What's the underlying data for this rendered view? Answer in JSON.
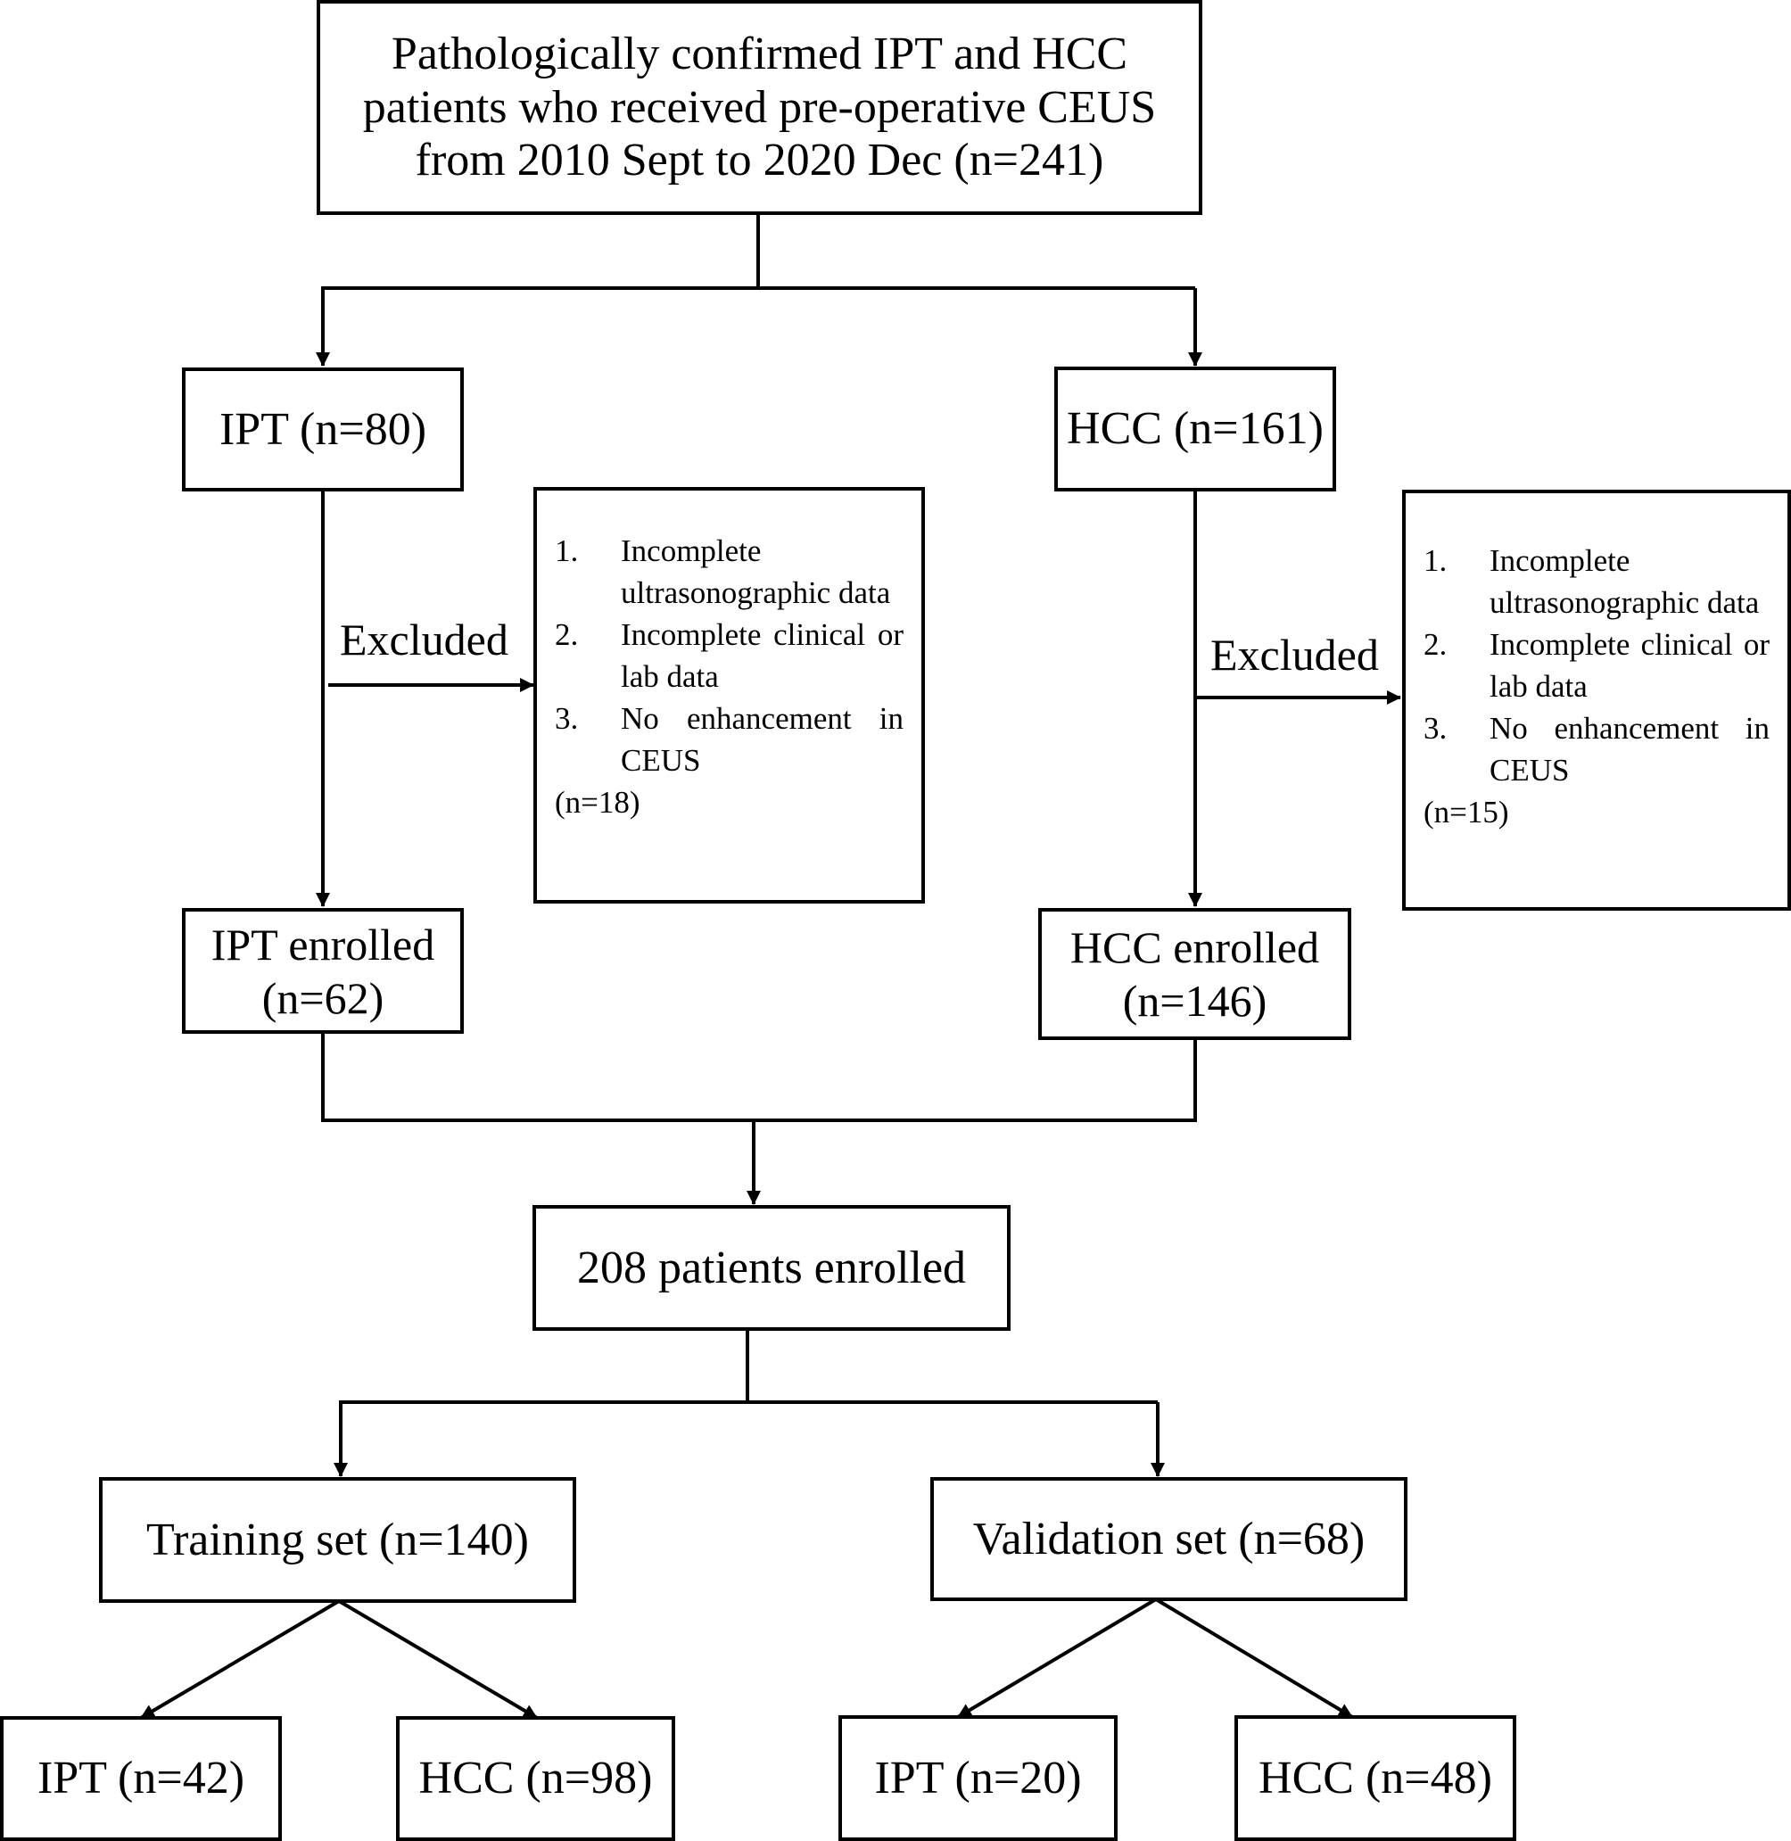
{
  "top": {
    "line1": "Pathologically confirmed IPT and HCC",
    "line2": "patients who received pre-operative CEUS",
    "line3": "from 2010 Sept to 2020 Dec (n=241)"
  },
  "ipt": {
    "label": "IPT (n=80)"
  },
  "hcc": {
    "label": "HCC (n=161)"
  },
  "excluded_left": {
    "label": "Excluded",
    "items": [
      {
        "num": "1.",
        "text": "Incomplete ultrasonographic data"
      },
      {
        "num": "2.",
        "text": "Incomplete clinical or lab data"
      },
      {
        "num": "3.",
        "text": "No enhancement in CEUS"
      }
    ],
    "count": "(n=18)"
  },
  "excluded_right": {
    "label": "Excluded",
    "items": [
      {
        "num": "1.",
        "text": "Incomplete ultrasonographic data"
      },
      {
        "num": "2.",
        "text": "Incomplete clinical or lab data"
      },
      {
        "num": "3.",
        "text": "No enhancement in CEUS"
      }
    ],
    "count": "(n=15)"
  },
  "ipt_enrolled": {
    "line1": "IPT enrolled",
    "line2": "(n=62)"
  },
  "hcc_enrolled": {
    "line1": "HCC enrolled",
    "line2": "(n=146)"
  },
  "total_enrolled": {
    "label": "208 patients enrolled"
  },
  "training": {
    "label": "Training set (n=140)",
    "ipt": "IPT (n=42)",
    "hcc": "HCC (n=98)"
  },
  "validation": {
    "label": "Validation set (n=68)",
    "ipt": "IPT (n=20)",
    "hcc": "HCC (n=48)"
  }
}
